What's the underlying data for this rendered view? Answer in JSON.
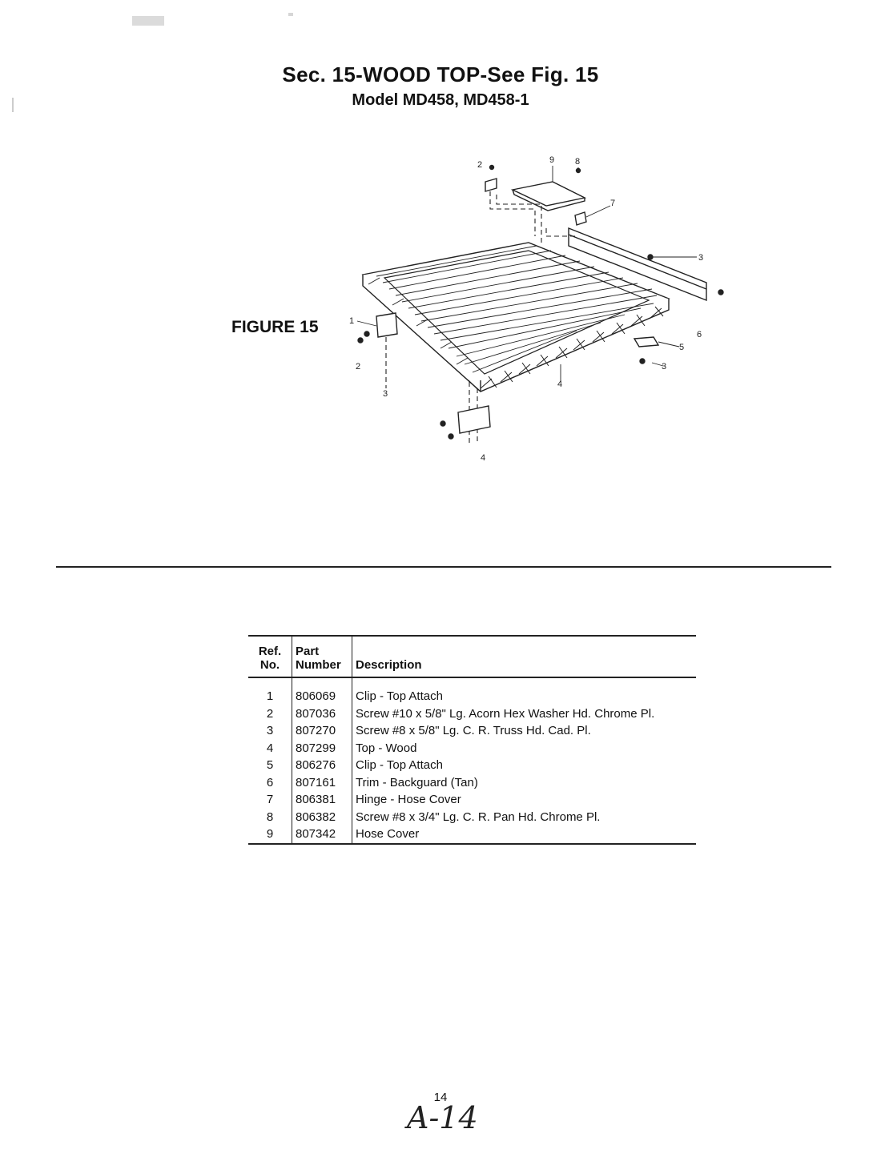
{
  "header": {
    "title": "Sec. 15-WOOD TOP-See Fig. 15",
    "subtitle": "Model MD458, MD458-1"
  },
  "figure": {
    "label": "FIGURE 15",
    "callouts": [
      "1",
      "2",
      "3",
      "4",
      "5",
      "6",
      "7",
      "8",
      "9"
    ]
  },
  "parts_table": {
    "headers": {
      "ref_line1": "Ref.",
      "ref_line2": "No.",
      "part_line1": "Part",
      "part_line2": "Number",
      "description": "Description"
    },
    "rows": [
      {
        "ref": "1",
        "part": "806069",
        "desc": "Clip - Top Attach"
      },
      {
        "ref": "2",
        "part": "807036",
        "desc": "Screw #10 x 5/8\" Lg. Acorn Hex Washer Hd. Chrome Pl."
      },
      {
        "ref": "3",
        "part": "807270",
        "desc": "Screw #8 x 5/8\" Lg. C. R. Truss Hd. Cad. Pl."
      },
      {
        "ref": "4",
        "part": "807299",
        "desc": "Top - Wood"
      },
      {
        "ref": "5",
        "part": "806276",
        "desc": "Clip - Top Attach"
      },
      {
        "ref": "6",
        "part": "807161",
        "desc": "Trim - Backguard (Tan)"
      },
      {
        "ref": "7",
        "part": "806381",
        "desc": "Hinge - Hose Cover"
      },
      {
        "ref": "8",
        "part": "806382",
        "desc": "Screw #8 x 3/4\" Lg. C. R. Pan Hd. Chrome Pl."
      },
      {
        "ref": "9",
        "part": "807342",
        "desc": "Hose Cover"
      }
    ]
  },
  "footer": {
    "page_number": "14",
    "handwritten_mark": "A-14"
  }
}
